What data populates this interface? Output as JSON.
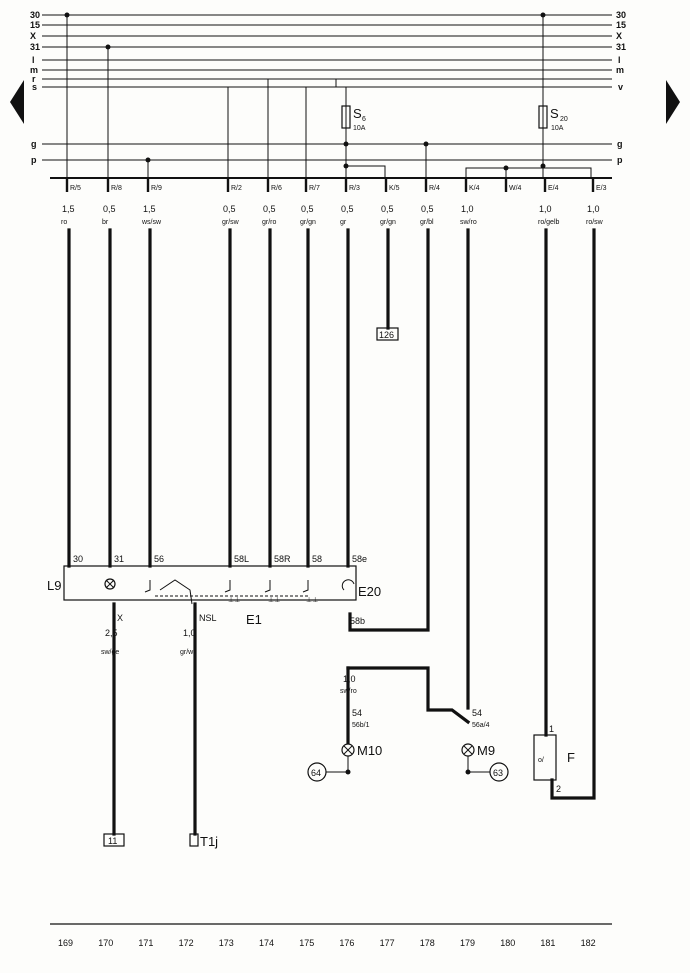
{
  "diagram": {
    "rails_top": [
      "30",
      "15",
      "X",
      "31",
      "l",
      "m",
      "r",
      "s",
      "v"
    ],
    "rail_g": "g",
    "rail_p": "p",
    "fuses": [
      {
        "name": "S",
        "num": "6",
        "rating": "10A"
      },
      {
        "name": "S",
        "num": "20",
        "rating": "10A"
      }
    ],
    "connectors": [
      "R/5",
      "R/8",
      "R/9",
      "R/2",
      "R/6",
      "R/7",
      "R/3",
      "K/5",
      "R/4",
      "K/4",
      "W/4",
      "E/4",
      "E/3"
    ],
    "wires": [
      {
        "size": "1,5",
        "color": "ro"
      },
      {
        "size": "0,5",
        "color": "br"
      },
      {
        "size": "1,5",
        "color": "ws/sw"
      },
      {
        "size": "0,5",
        "color": "gr/sw"
      },
      {
        "size": "0,5",
        "color": "gr/ro"
      },
      {
        "size": "0,5",
        "color": "gr/gn"
      },
      {
        "size": "0,5",
        "color": "gr"
      },
      {
        "size": "0,5",
        "color": "gr/gn"
      },
      {
        "size": "0,5",
        "color": "gr/bl"
      },
      {
        "size": "1,0",
        "color": "sw/ro"
      },
      {
        "size": "1,0",
        "color": "ro/gelb"
      },
      {
        "size": "1,0",
        "color": "ro/sw"
      }
    ],
    "ref_126": "126",
    "switch_terminals": [
      "30",
      "31",
      "56",
      "58L",
      "58R",
      "58",
      "58e"
    ],
    "switch_label_L": "L9",
    "switch_label_E1": "E1",
    "switch_label_E20": "E20",
    "term_58b": "58b",
    "term_X": "X",
    "term_NSL": "NSL",
    "wire_X": {
      "size": "2,5",
      "color": "sw/ge"
    },
    "wire_NSL": {
      "size": "1,0",
      "color": "gr/ws"
    },
    "wire_M10": {
      "size": "1,0",
      "color": "sw/ro"
    },
    "m10_term": "54",
    "m10_sub": "56b/1",
    "m10_label": "M10",
    "m10_ref": "64",
    "m9_term": "54",
    "m9_sub": "56a/4",
    "m9_label": "M9",
    "m9_ref": "63",
    "f_label": "F",
    "f_term1": "1",
    "f_term2": "2",
    "ref_11": "11",
    "ref_T1j": "T1j",
    "track_numbers": [
      "169",
      "170",
      "171",
      "172",
      "173",
      "174",
      "175",
      "176",
      "177",
      "178",
      "179",
      "180",
      "181",
      "182"
    ]
  }
}
